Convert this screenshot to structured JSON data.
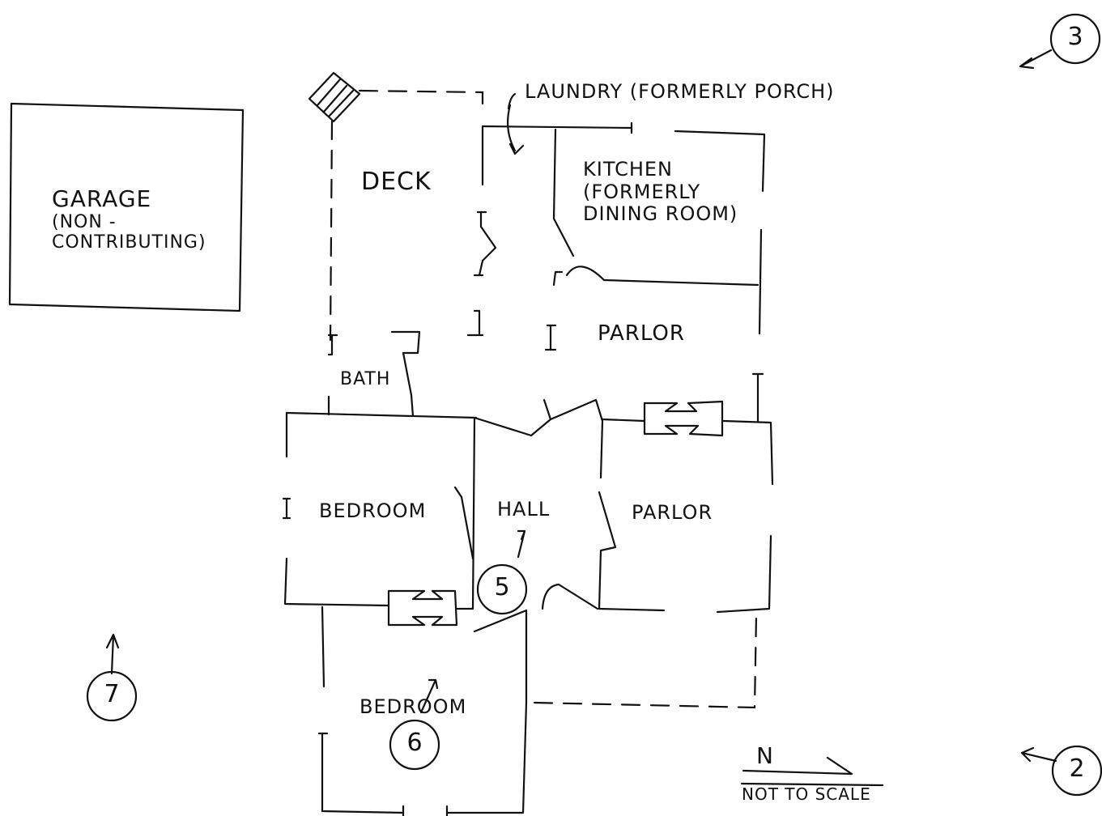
{
  "rooms": {
    "garage": {
      "line1": "GARAGE",
      "line2": "(NON -",
      "line3": "CONTRIBUTING)"
    },
    "deck": "DECK",
    "laundry": "LAUNDRY (FORMERLY PORCH)",
    "kitchen": {
      "line1": "KITCHEN",
      "line2": "(FORMERLY",
      "line3": "DINING ROOM)"
    },
    "parlor_north": "PARLOR",
    "bath": "BATH",
    "bedroom_west": "BEDROOM",
    "hall": "HALL",
    "parlor_south": "PARLOR",
    "bedroom_south": "BEDROOM"
  },
  "photo_markers": [
    "2",
    "3",
    "5",
    "6",
    "7"
  ],
  "north": {
    "label": "N",
    "note": "NOT TO SCALE"
  }
}
